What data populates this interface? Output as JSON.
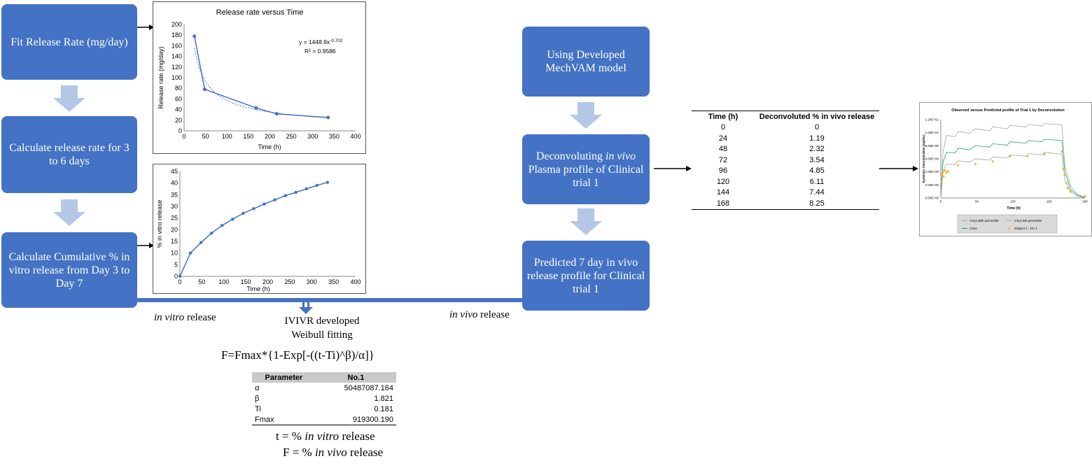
{
  "steps": {
    "fit_release": "Fit Release Rate (mg/day)",
    "calc_rate": "Calculate release rate for 3 to 6 days",
    "calc_cumulative": "Calculate Cumulative % in vitro release from Day 3 to Day 7",
    "using_model": "Using Developed MechVAM model",
    "deconv_a": "Deconvoluting",
    "deconv_italic": "in vivo",
    "deconv_b": "Plasma profile of Clinical trial 1",
    "predicted": "Predicted 7 day in vivo release profile for Clinical trial 1"
  },
  "flow_labels": {
    "in_vitro_italic": "in vitro",
    "in_vitro_rest": " release",
    "in_vivo_italic": "in vivo",
    "in_vivo_rest": " release",
    "ivivr": "IVIVR developed",
    "weibull": "Weibull fitting",
    "formula": "F=Fmax*{1-Exp[-((t-Ti)^β)/α]}",
    "t_def_a": "t = % ",
    "t_def_italic": "in vitro",
    "t_def_b": " release",
    "f_def_a": "F = % ",
    "f_def_italic": "in vivo",
    "f_def_b": " release"
  },
  "param_table": {
    "headers": [
      "Parameter",
      "No.1"
    ],
    "rows": [
      [
        "α",
        "50487087.164"
      ],
      [
        "β",
        "1.821"
      ],
      [
        "Ti",
        "0.181"
      ],
      [
        "Fmax",
        "919300.190"
      ]
    ]
  },
  "deconv_table": {
    "headers": [
      "Time (h)",
      "Deconvoluted % in vivo release"
    ],
    "rows": [
      [
        "0",
        "0"
      ],
      [
        "24",
        "1.19"
      ],
      [
        "48",
        "2.32"
      ],
      [
        "72",
        "3.54"
      ],
      [
        "96",
        "4.85"
      ],
      [
        "120",
        "6.11"
      ],
      [
        "144",
        "7.44"
      ],
      [
        "168",
        "8.25"
      ]
    ]
  },
  "chart_data": [
    {
      "type": "line",
      "title": "Release rate versus Time",
      "xlabel": "Time (h)",
      "ylabel": "Release rate (mg/day)",
      "xlim": [
        0,
        400
      ],
      "ylim": [
        0,
        200
      ],
      "xticks": [
        0,
        50,
        100,
        150,
        200,
        250,
        300,
        350,
        400
      ],
      "yticks": [
        0,
        20,
        40,
        60,
        80,
        100,
        120,
        140,
        160,
        180,
        200
      ],
      "x": [
        24,
        48,
        168,
        216,
        336
      ],
      "y": [
        178,
        78,
        43,
        32,
        25
      ],
      "trendline_eq": "y = 1448.9x",
      "trendline_exp": "-0.702",
      "trendline_r2": "R² = 0.9586",
      "trendline": {
        "a": 1448.9,
        "b": -0.702
      },
      "series_color": "#4472c4",
      "grid": false
    },
    {
      "type": "line",
      "title": "",
      "xlabel": "Time (h)",
      "ylabel": "% in vitro release",
      "xlim": [
        0,
        400
      ],
      "ylim": [
        0,
        45
      ],
      "xticks": [
        0,
        50,
        100,
        150,
        200,
        250,
        300,
        350,
        400
      ],
      "yticks": [
        0,
        5,
        10,
        15,
        20,
        25,
        30,
        35,
        40,
        45
      ],
      "x": [
        0,
        24,
        48,
        72,
        96,
        120,
        144,
        168,
        192,
        216,
        240,
        264,
        288,
        312,
        336
      ],
      "y": [
        0,
        10.0,
        14.5,
        18.5,
        21.8,
        24.5,
        27.0,
        29.0,
        31.0,
        32.8,
        34.6,
        36.0,
        37.5,
        39.0,
        40.3
      ],
      "series_color": "#4472c4",
      "grid": false
    },
    {
      "type": "line",
      "title": "Observed versus Predicted profile of Trial 1 by Deconvolution",
      "xlabel": "Time (h)",
      "ylabel": "Systemic Concentration (ng/mL)",
      "xlim": [
        0,
        200
      ],
      "ylim": [
        0,
        12
      ],
      "xticks": [
        0,
        50,
        100,
        150,
        200
      ],
      "yticks": [
        0,
        2,
        4,
        6,
        8,
        10,
        12
      ],
      "ytick_labels": [
        "0.00E+00",
        "2.00E+00",
        "4.00E+00",
        "6.00E+00",
        "8.00E+00",
        "1.00E+01",
        "1.20E+01"
      ],
      "legend": [
        "CSys 95th percentile",
        "CSys 5th percentile",
        "CSys",
        "Subject 1 : OV 1"
      ],
      "legend_position": "bottom",
      "series": [
        {
          "name": "CSys 95th percentile",
          "color": "#a6a6a6",
          "x": [
            0,
            3,
            8,
            20,
            24,
            40,
            48,
            68,
            72,
            92,
            96,
            118,
            122,
            140,
            144,
            168,
            172,
            180,
            190,
            200
          ],
          "y": [
            0,
            7.0,
            9.6,
            9.4,
            10.2,
            9.9,
            10.6,
            10.3,
            10.9,
            10.6,
            11.1,
            10.9,
            11.3,
            11.0,
            11.4,
            11.2,
            5.0,
            1.8,
            0.5,
            0.1
          ]
        },
        {
          "name": "CSys",
          "color": "#1ea37a",
          "x": [
            0,
            3,
            8,
            20,
            24,
            40,
            48,
            68,
            72,
            92,
            96,
            118,
            122,
            140,
            144,
            168,
            172,
            180,
            190,
            200
          ],
          "y": [
            0,
            5.5,
            7.0,
            6.9,
            7.6,
            7.4,
            8.0,
            7.8,
            8.3,
            8.1,
            8.6,
            8.4,
            8.8,
            8.6,
            9.0,
            8.8,
            4.0,
            1.3,
            0.4,
            0.1
          ]
        },
        {
          "name": "CSys 5th percentile",
          "color": "#a6a6a6",
          "x": [
            0,
            3,
            8,
            20,
            24,
            40,
            48,
            68,
            72,
            92,
            96,
            118,
            122,
            140,
            144,
            168,
            172,
            180,
            190,
            200
          ],
          "y": [
            0,
            4.0,
            5.2,
            5.1,
            5.7,
            5.5,
            6.0,
            5.8,
            6.3,
            6.1,
            6.6,
            6.4,
            6.8,
            6.6,
            7.0,
            6.7,
            2.8,
            0.9,
            0.2,
            0.05
          ]
        },
        {
          "name": "Subject 1 : OV 1",
          "color": "#f5b52e",
          "type": "scatter",
          "x": [
            1,
            2,
            3,
            4,
            6,
            8,
            10,
            24,
            48,
            72,
            96,
            120,
            144,
            168,
            170,
            172,
            174,
            176,
            180,
            200
          ],
          "y": [
            2.5,
            3.5,
            4.0,
            3.3,
            4.2,
            3.9,
            4.1,
            5.0,
            5.2,
            5.6,
            6.4,
            6.4,
            6.7,
            7.1,
            4.5,
            3.5,
            2.3,
            1.5,
            1.0,
            0.3
          ]
        }
      ]
    }
  ]
}
